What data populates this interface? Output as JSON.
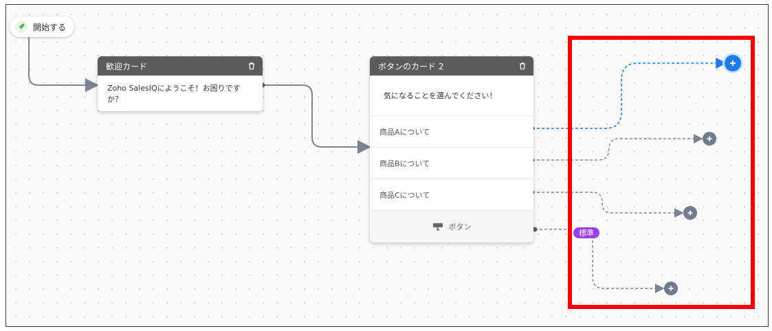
{
  "start": {
    "label": "開始する"
  },
  "welcome_card": {
    "title": "歓迎カード",
    "message": "Zoho SalesIQにようこそ！お困りですか？"
  },
  "button_card": {
    "title": "ボタンのカード 2",
    "message": "気になることを選んでください！",
    "options": [
      "商品Aについて",
      "商品Bについて",
      "商品Cについて"
    ],
    "footer_label": "ボタン"
  },
  "default_badge": "標準",
  "colors": {
    "active_link": "#1e7bf0",
    "inactive_link": "#7a8494",
    "highlight": "#ff0000",
    "badge": "#9b3ef0",
    "header": "#5b5b5b"
  },
  "icons": {
    "start": "rocket-icon",
    "delete": "trash-icon",
    "footer": "button-icon",
    "add": "plus-circle-icon"
  }
}
